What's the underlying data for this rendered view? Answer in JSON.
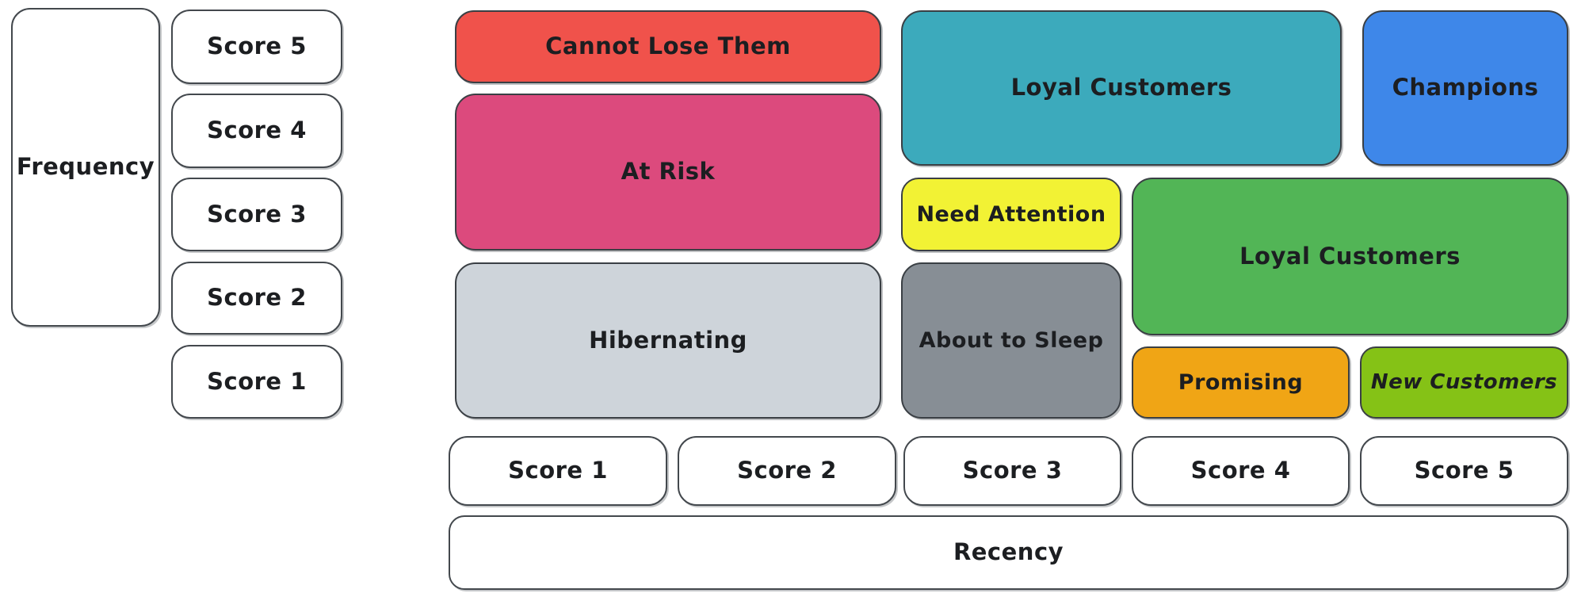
{
  "frequency_axis": {
    "label": "Frequency",
    "scores": [
      {
        "label": "Score 5"
      },
      {
        "label": "Score 4"
      },
      {
        "label": "Score 3"
      },
      {
        "label": "Score 2"
      },
      {
        "label": "Score 1"
      }
    ]
  },
  "recency_axis": {
    "label": "Recency",
    "scores": [
      {
        "label": "Score 1"
      },
      {
        "label": "Score 2"
      },
      {
        "label": "Score 3"
      },
      {
        "label": "Score 4"
      },
      {
        "label": "Score 5"
      }
    ]
  },
  "segments": [
    {
      "id": "cannot-lose-them",
      "label": "Cannot Lose Them",
      "color": "#f0524b",
      "recency_scores": "1-2",
      "frequency_scores": "5"
    },
    {
      "id": "at-risk",
      "label": "At Risk",
      "color": "#dc4a7d",
      "recency_scores": "1-2",
      "frequency_scores": "3-4"
    },
    {
      "id": "hibernating",
      "label": "Hibernating",
      "color": "#ced4da",
      "recency_scores": "1-2",
      "frequency_scores": "1-2"
    },
    {
      "id": "loyal-customers-teal",
      "label": "Loyal Customers",
      "color": "#3caabc",
      "recency_scores": "3-4",
      "frequency_scores": "4-5"
    },
    {
      "id": "champions",
      "label": "Champions",
      "color": "#3e87e9",
      "recency_scores": "5",
      "frequency_scores": "4-5"
    },
    {
      "id": "need-attention",
      "label": "Need Attention",
      "color": "#f2f234",
      "recency_scores": "3",
      "frequency_scores": "3"
    },
    {
      "id": "loyal-customers-green",
      "label": "Loyal Customers",
      "color": "#52b556",
      "recency_scores": "4-5",
      "frequency_scores": "2-3"
    },
    {
      "id": "about-to-sleep",
      "label": "About to Sleep",
      "color": "#878e95",
      "recency_scores": "3",
      "frequency_scores": "1-2"
    },
    {
      "id": "promising",
      "label": "Promising",
      "color": "#f0a515",
      "recency_scores": "4",
      "frequency_scores": "1"
    },
    {
      "id": "new-customers",
      "label": "New Customers",
      "color": "#85c216",
      "recency_scores": "5",
      "frequency_scores": "1"
    }
  ]
}
